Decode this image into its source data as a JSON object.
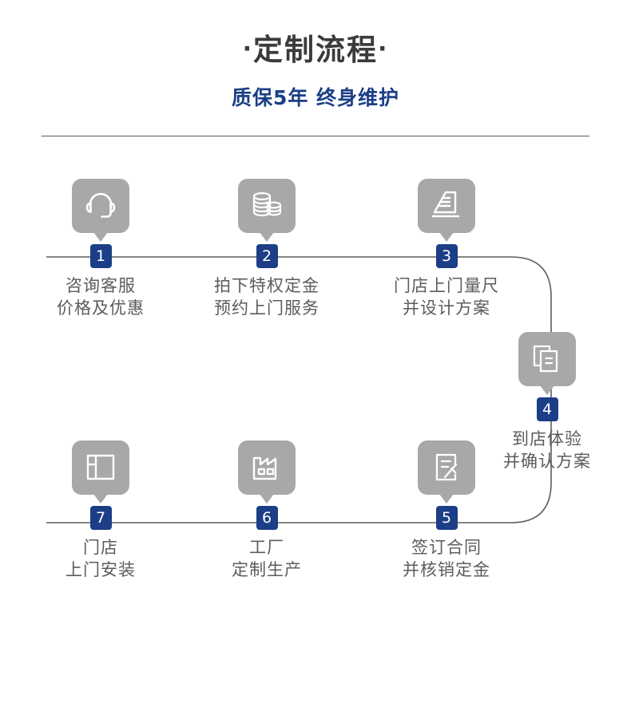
{
  "header": {
    "title": "定制流程",
    "title_dot": "·",
    "subtitle": "质保5年  终身维护"
  },
  "colors": {
    "badge_blue": "#1b3e86",
    "icon_gray": "#a8a8a8",
    "caption_gray": "#5c5c5c",
    "line_gray": "#5d5d5d",
    "title_gray": "#3b3b3b"
  },
  "steps": [
    {
      "number": "1",
      "icon": "headset-icon",
      "caption": "咨询客服\n价格及优惠"
    },
    {
      "number": "2",
      "icon": "coins-icon",
      "caption": "拍下特权定金\n预约上门服务"
    },
    {
      "number": "3",
      "icon": "ruler-icon",
      "caption": "门店上门量尺\n并设计方案"
    },
    {
      "number": "4",
      "icon": "documents-icon",
      "caption": "到店体验\n并确认方案"
    },
    {
      "number": "5",
      "icon": "contract-sign-icon",
      "caption": "签订合同\n并核销定金"
    },
    {
      "number": "6",
      "icon": "factory-icon",
      "caption": "工厂\n定制生产"
    },
    {
      "number": "7",
      "icon": "wardrobe-icon",
      "caption": "门店\n上门安装"
    }
  ]
}
